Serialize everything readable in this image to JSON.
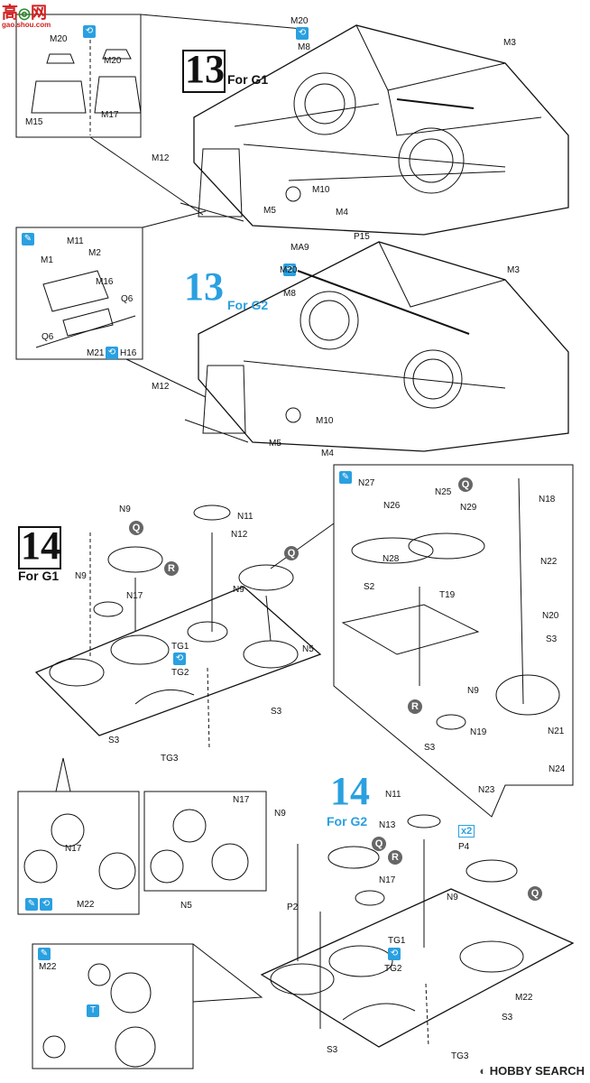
{
  "watermark_top": {
    "brand": "高",
    "brand2": "网",
    "url": "gao.shou.com"
  },
  "watermark_bottom": "HOBBY SEARCH",
  "steps": {
    "s13a": {
      "num": "13",
      "for": "For G1"
    },
    "s13b": {
      "num": "13",
      "for": "For G2"
    },
    "s14a": {
      "num": "14",
      "for": "For G1"
    },
    "s14b": {
      "num": "14",
      "for": "For G2"
    }
  },
  "labels": {
    "m20_a": "M20",
    "m20_b": "M20",
    "m20_top": "M20",
    "m8_top": "M8",
    "m3_top": "M3",
    "m15": "M15",
    "m17": "M17",
    "m12_a": "M12",
    "m10_a": "M10",
    "m5_a": "M5",
    "m4_a": "M4",
    "m11": "M11",
    "m2": "M2",
    "m1": "M1",
    "m16": "M16",
    "q6_a": "Q6",
    "q6_b": "Q6",
    "m21": "M21",
    "h16": "H16",
    "ma9": "MA9",
    "p15": "P15",
    "m20_g2": "M20",
    "m8_g2": "M8",
    "m3_g2": "M3",
    "m12_b": "M12",
    "m10_b": "M10",
    "m5_b": "M5",
    "m4_b": "M4",
    "n9_a": "N9",
    "n11_a": "N11",
    "n12": "N12",
    "n9_b": "N9",
    "n9_c": "N9",
    "n17_a": "N17",
    "tg1_a": "TG1",
    "tg2_a": "TG2",
    "tg3_a": "TG3",
    "n5_a": "N5",
    "s3_a": "S3",
    "s3_b": "S3",
    "n27": "N27",
    "n26": "N26",
    "n25": "N25",
    "n29": "N29",
    "n28": "N28",
    "n18": "N18",
    "n22": "N22",
    "s2": "S2",
    "t19": "T19",
    "n20": "N20",
    "s3_c": "S3",
    "n9_d": "N9",
    "n19": "N19",
    "s3_d": "S3",
    "n21": "N21",
    "n24": "N24",
    "n23": "N23",
    "n17_b": "N17",
    "n17_c": "N17",
    "m22_a": "M22",
    "n5_b": "N5",
    "n9_e": "N9",
    "n11_b": "N11",
    "n13": "N13",
    "p4": "P4",
    "n17_d": "N17",
    "n9_f": "N9",
    "p2": "P2",
    "tg1_b": "TG1",
    "tg2_b": "TG2",
    "m22_b": "M22",
    "s3_e": "S3",
    "s3_f": "S3",
    "tg3_b": "TG3",
    "m22_c": "M22",
    "x2": "x2"
  },
  "markers": {
    "q": "Q",
    "r": "R"
  }
}
